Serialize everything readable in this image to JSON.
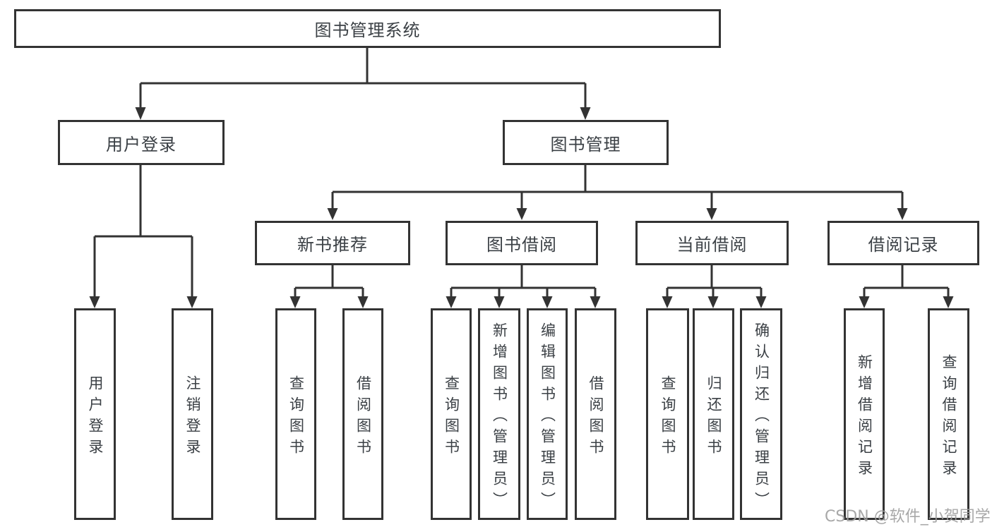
{
  "diagram": {
    "root": {
      "label": "图书管理系统"
    },
    "login": {
      "label": "用户登录",
      "children": [
        {
          "label": "用户登录"
        },
        {
          "label": "注销登录"
        }
      ]
    },
    "mgmt": {
      "label": "图书管理",
      "children": [
        {
          "label": "新书推荐",
          "children": [
            {
              "label": "查询图书"
            },
            {
              "label": "借阅图书"
            }
          ]
        },
        {
          "label": "图书借阅",
          "children": [
            {
              "label": "查询图书"
            },
            {
              "label": "新增图书（管理员）"
            },
            {
              "label": "编辑图书（管理员）"
            },
            {
              "label": "借阅图书"
            }
          ]
        },
        {
          "label": "当前借阅",
          "children": [
            {
              "label": "查询图书"
            },
            {
              "label": "归还图书"
            },
            {
              "label": "确认归还（管理员）"
            }
          ]
        },
        {
          "label": "借阅记录",
          "children": [
            {
              "label": "新增借阅记录"
            },
            {
              "label": "查询借阅记录"
            }
          ]
        }
      ]
    },
    "watermark": "CSDN @软件_小贺同学",
    "line_color": "#333333"
  }
}
